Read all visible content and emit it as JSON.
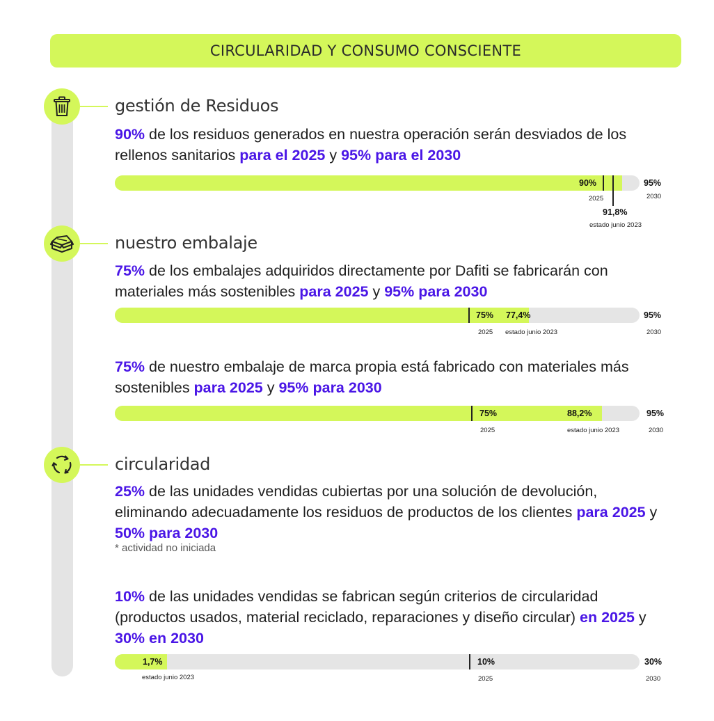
{
  "header": {
    "title": "CIRCULARIDAD Y CONSUMO CONSCIENTE"
  },
  "colors": {
    "accent": "#d4f75a",
    "highlight": "#4a16e6",
    "track": "#e5e5e5"
  },
  "sections": [
    {
      "icon": "trash-icon",
      "title": "gestión de Residuos",
      "items": [
        {
          "text": [
            {
              "t": "90%",
              "hl": true
            },
            {
              "t": " de los residuos generados en nuestra operación serán desviados de los rellenos sanitarios ",
              "hl": false
            },
            {
              "t": "para el 2025",
              "hl": true
            },
            {
              "t": " y ",
              "hl": false
            },
            {
              "t": "95% para el 2030",
              "hl": true
            }
          ],
          "progress": {
            "current_pct": 91.8,
            "target_2025_pct": 90,
            "target_2030_pct": 95
          },
          "labels": {
            "target_2025": "90%",
            "y2025": "2025",
            "target_2030": "95%",
            "y2030": "2030",
            "current": "91,8%",
            "status": "estado junio 2023"
          }
        }
      ]
    },
    {
      "icon": "box-icon",
      "title": "nuestro embalaje",
      "items": [
        {
          "text": [
            {
              "t": "75%",
              "hl": true
            },
            {
              "t": " de los embalajes adquiridos directamente por Dafiti se fabricarán con materiales más sostenibles ",
              "hl": false
            },
            {
              "t": "para 2025",
              "hl": true
            },
            {
              "t": " y ",
              "hl": false
            },
            {
              "t": "95% para 2030",
              "hl": true
            }
          ],
          "progress": {
            "current_pct": 77.4,
            "target_2025_pct": 75,
            "target_2030_pct": 95
          },
          "labels": {
            "target_2025": "75%",
            "y2025": "2025",
            "current": "77,4%",
            "status": "estado junio 2023",
            "target_2030": "95%",
            "y2030": "2030"
          }
        },
        {
          "text": [
            {
              "t": "75%",
              "hl": true
            },
            {
              "t": " de nuestro embalaje de marca propia está fabricado con materiales más sostenibles ",
              "hl": false
            },
            {
              "t": "para 2025",
              "hl": true
            },
            {
              "t": " y ",
              "hl": false
            },
            {
              "t": "95% para 2030",
              "hl": true
            }
          ],
          "progress": {
            "current_pct": 88.2,
            "target_2025_pct": 75,
            "target_2030_pct": 95
          },
          "labels": {
            "target_2025": "75%",
            "y2025": "2025",
            "current": "88,2%",
            "status": "estado junio 2023",
            "target_2030": "95%",
            "y2030": "2030"
          }
        }
      ]
    },
    {
      "icon": "recycle-icon",
      "title": "circularidad",
      "items": [
        {
          "text": [
            {
              "t": "25%",
              "hl": true
            },
            {
              "t": " de las unidades vendidas cubiertas por una solución de devolución, eliminando adecuadamente los residuos de productos de los clientes ",
              "hl": false
            },
            {
              "t": "para 2025",
              "hl": true
            },
            {
              "t": " y ",
              "hl": false
            },
            {
              "t": "50% para 2030",
              "hl": true
            }
          ],
          "note": "* actividad no iniciada"
        },
        {
          "text": [
            {
              "t": "10%",
              "hl": true
            },
            {
              "t": " de las unidades vendidas se fabrican según criterios de circularidad (productos usados, material reciclado, reparaciones y diseño circular) ",
              "hl": false
            },
            {
              "t": "en 2025",
              "hl": true
            },
            {
              "t": " y ",
              "hl": false
            },
            {
              "t": "30% en 2030",
              "hl": true
            }
          ],
          "progress": {
            "current_pct": 1.7,
            "target_2025_pct": 10,
            "target_2030_pct": 30
          },
          "labels": {
            "current": "1,7%",
            "status": "estado junio 2023",
            "target_2025": "10%",
            "y2025": "2025",
            "target_2030": "30%",
            "y2030": "2030"
          }
        }
      ]
    }
  ]
}
